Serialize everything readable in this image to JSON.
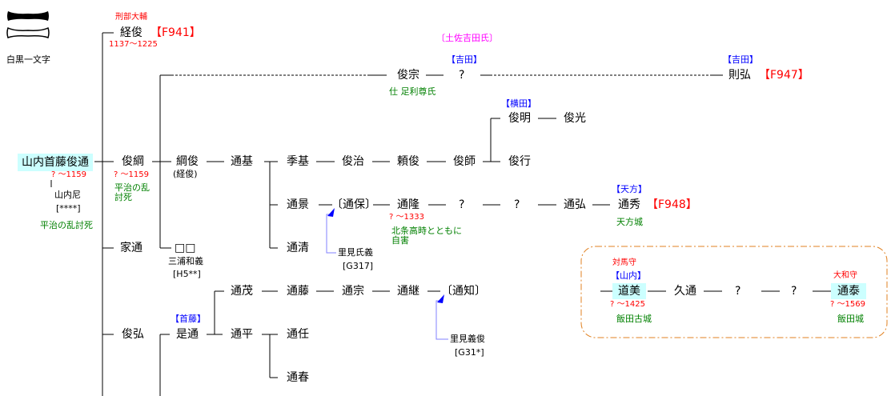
{
  "crest": {
    "icon": "shiro-kuro-ichimonji-crest",
    "label": "白黒一文字"
  },
  "nodes": {
    "tsunetoshi": {
      "name": "経俊",
      "title": "刑部大輔",
      "dates": "1137〜1225",
      "ref": "【F941】"
    },
    "tosa_yoshida_clan": "〔土佐吉田氏〕",
    "toshimune": {
      "name": "俊宗",
      "note": "仕 足利尊氏"
    },
    "yoshida_unknown": {
      "clan": "【吉田】",
      "name": "?"
    },
    "norihiro": {
      "clan": "【吉田】",
      "name": "則弘",
      "ref": "【F947】"
    },
    "toshiaki": {
      "clan": "【横田】",
      "name": "俊明"
    },
    "toshimitsu": {
      "name": "俊光"
    },
    "toshiyuki": {
      "name": "俊行"
    },
    "root": {
      "name": "山内首藤俊通",
      "dates": "? 〜1159"
    },
    "yamanouchi_ama": {
      "name": "山内尼",
      "ref": "[****]",
      "note": "平治の乱討死"
    },
    "toshitsuna": {
      "name": "俊綱",
      "dates": "? 〜1159",
      "note": "平治の乱討死"
    },
    "tsunatoshi": {
      "name": "綱俊",
      "alias": "(経俊)"
    },
    "michimoto": {
      "name": "通基"
    },
    "suemoto": {
      "name": "季基"
    },
    "toshiharu": {
      "name": "俊治"
    },
    "yoritoshi": {
      "name": "頼俊"
    },
    "toshimoro": {
      "name": "俊師"
    },
    "michikage": {
      "name": "通景"
    },
    "michiyasu": {
      "name": "〔通保〕"
    },
    "michitaka": {
      "name": "通隆",
      "dates": "? 〜1333",
      "note": "北条高時とともに自害"
    },
    "unknown1": {
      "name": "?"
    },
    "unknown2": {
      "name": "?"
    },
    "michihiro": {
      "name": "通弘"
    },
    "michihide": {
      "clan": "【天方】",
      "name": "通秀",
      "ref": "【F948】",
      "castle": "天方城"
    },
    "michikiyo": {
      "name": "通清"
    },
    "satomi_ujiyoshi": {
      "name": "里見氏義",
      "ref": "[G317]"
    },
    "ieyuki": {
      "name": "家通"
    },
    "unknown_box": {
      "name": "□□",
      "note": "三浦和義",
      "ref": "[H5**]"
    },
    "michishige": {
      "name": "通茂"
    },
    "michifuji": {
      "name": "通藤"
    },
    "michimune": {
      "name": "通宗"
    },
    "michitsugu": {
      "name": "通継"
    },
    "michitomo": {
      "name": "〔通知〕"
    },
    "satomi_yoshitoshi": {
      "name": "里見義俊",
      "ref": "[G31*]"
    },
    "toshihiro": {
      "name": "俊弘"
    },
    "koremichi": {
      "clan": "【首藤】",
      "name": "是通"
    },
    "michihira": {
      "name": "通平"
    },
    "michito": {
      "name": "通任"
    },
    "michiharu": {
      "name": "通春"
    },
    "doumi": {
      "title": "対馬守",
      "clan": "【山内】",
      "name": "道美",
      "dates": "? 〜1425",
      "castle": "飯田古城"
    },
    "hisamichi": {
      "name": "久通"
    },
    "unknown3": {
      "name": "?"
    },
    "unknown4": {
      "name": "?"
    },
    "michiyasu2": {
      "title": "大和守",
      "name": "通泰",
      "dates": "? 〜1569",
      "castle": "飯田城"
    }
  },
  "colors": {
    "highlight": "#ccffff",
    "ref": "#ff0000",
    "clan": "#0000ff",
    "note": "#008000",
    "group_border": "#e08020",
    "arrow": "#8080ff"
  }
}
